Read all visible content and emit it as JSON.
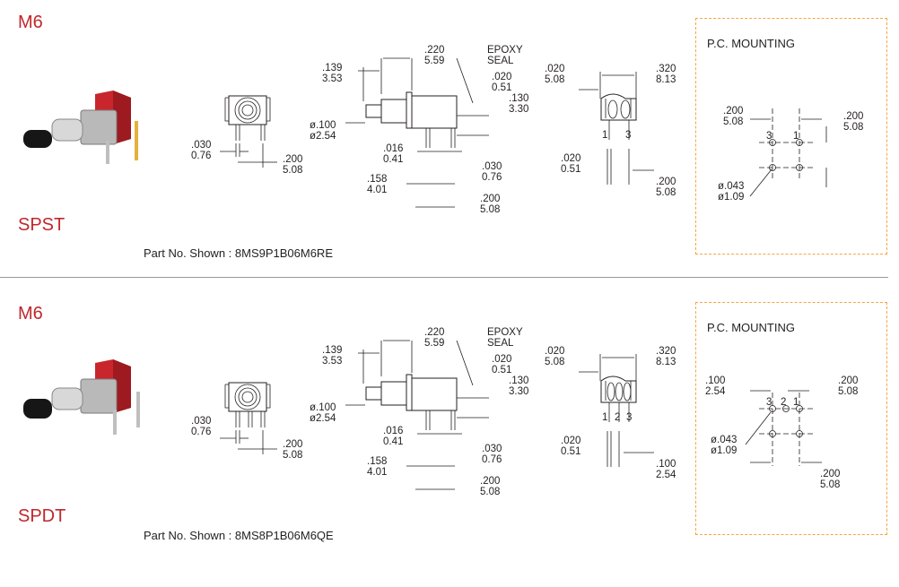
{
  "sections": [
    {
      "model": "M6",
      "type": "SPST",
      "part_no": "Part No. Shown : 8MS9P1B06M6RE",
      "front": {
        "w": ".030",
        "w_mm": "0.76",
        "pitch": ".200",
        "pitch_mm": "5.08"
      },
      "side": {
        "bushing_len": ".139",
        "bushing_len_mm": "3.53",
        "body_len": ".220",
        "body_len_mm": "5.59",
        "epoxy_1": "EPOXY",
        "epoxy_2": "SEAL",
        "seal": ".020",
        "seal_mm": "0.51",
        "height": ".130",
        "height_mm": "3.30",
        "dia": "ø.100",
        "dia_mm": "ø2.54",
        "term_w": ".016",
        "term_w_mm": "0.41",
        "term_t": ".030",
        "term_t_mm": "0.76",
        "total": ".158",
        "total_mm": "4.01",
        "pitch": ".200",
        "pitch_mm": "5.08"
      },
      "back": {
        "top": ".020",
        "top_mm": "5.08",
        "width": ".320",
        "width_mm": "8.13",
        "pin_a": "1",
        "pin_b": "3",
        "t": ".020",
        "t_mm": "0.51",
        "pitch": ".200",
        "pitch_mm": "5.08"
      },
      "pc": {
        "title": "P.C. MOUNTING",
        "left": ".200",
        "left_mm": "5.08",
        "right": ".200",
        "right_mm": "5.08",
        "pins": [
          "3",
          "1"
        ],
        "hole": "ø.043",
        "hole_mm": "ø1.09"
      }
    },
    {
      "model": "M6",
      "type": "SPDT",
      "part_no": "Part No. Shown : 8MS8P1B06M6QE",
      "front": {
        "w": ".030",
        "w_mm": "0.76",
        "pitch": ".200",
        "pitch_mm": "5.08"
      },
      "side": {
        "bushing_len": ".139",
        "bushing_len_mm": "3.53",
        "body_len": ".220",
        "body_len_mm": "5.59",
        "epoxy_1": "EPOXY",
        "epoxy_2": "SEAL",
        "seal": ".020",
        "seal_mm": "0.51",
        "height": ".130",
        "height_mm": "3.30",
        "dia": "ø.100",
        "dia_mm": "ø2.54",
        "term_w": ".016",
        "term_w_mm": "0.41",
        "term_t": ".030",
        "term_t_mm": "0.76",
        "total": ".158",
        "total_mm": "4.01",
        "pitch": ".200",
        "pitch_mm": "5.08"
      },
      "back": {
        "top": ".020",
        "top_mm": "5.08",
        "width": ".320",
        "width_mm": "8.13",
        "pins": [
          "1",
          "2",
          "3"
        ],
        "t": ".020",
        "t_mm": "0.51",
        "pitch": ".100",
        "pitch_mm": "2.54"
      },
      "pc": {
        "title": "P.C. MOUNTING",
        "left": ".100",
        "left_mm": "2.54",
        "right": ".200",
        "right_mm": "5.08",
        "bottom": ".200",
        "bottom_mm": "5.08",
        "pins": [
          "3",
          "2",
          "1"
        ],
        "hole": "ø.043",
        "hole_mm": "ø1.09"
      }
    }
  ],
  "colors": {
    "accent": "#c0272d",
    "pc_border": "#f4a640",
    "divider": "#9a9a9a"
  }
}
